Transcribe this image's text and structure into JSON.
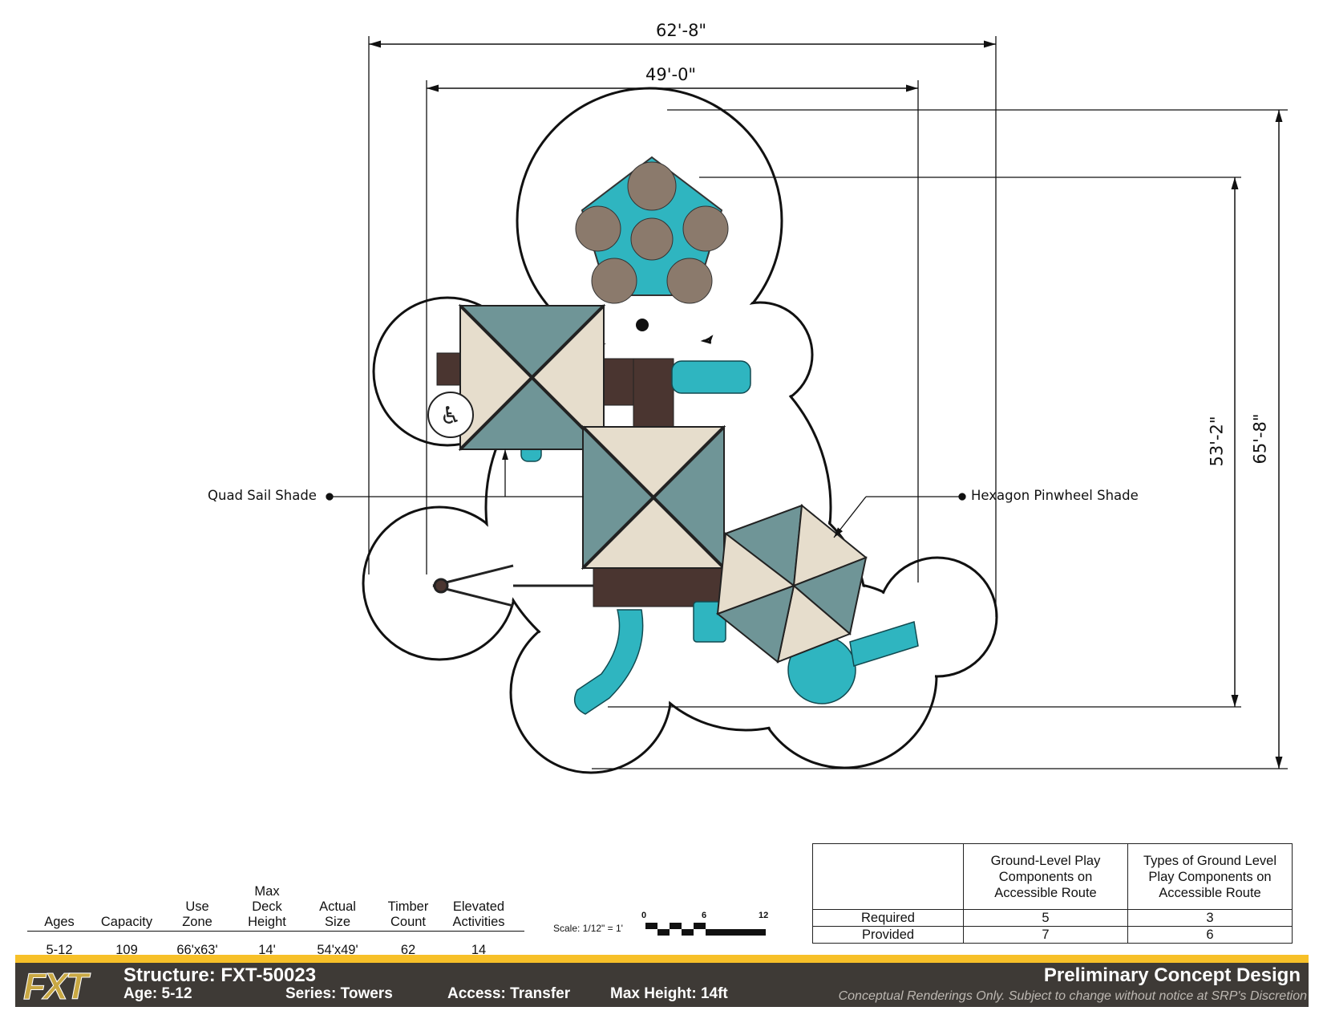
{
  "dimensions": {
    "overall_width": "62'-8\"",
    "structure_width": "49'-0\"",
    "overall_depth": "65'-8\"",
    "structure_depth": "53'-2\""
  },
  "callouts": {
    "left": "Quad Sail Shade",
    "right": "Hexagon Pinwheel Shade"
  },
  "colors": {
    "teal": "#2fb5c0",
    "shade_dark": "#6f9597",
    "shade_light": "#e6ddcc",
    "deck": "#4a3530",
    "footer_bg": "#3e3a36",
    "footer_accent": "#f7c028"
  },
  "specs": {
    "headers": [
      "Ages",
      "Capacity",
      "Use\nZone",
      "Max\nDeck\nHeight",
      "Actual\nSize",
      "Timber\nCount",
      "Elevated\nActivities"
    ],
    "values": [
      "5-12",
      "109",
      "66'x63'",
      "14'",
      "54'x49'",
      "62",
      "14"
    ]
  },
  "scale": {
    "label": "Scale: 1/12\" = 1'",
    "ticks": [
      "0",
      "6",
      "12"
    ]
  },
  "accessibility_table": {
    "headers": [
      "",
      "Ground-Level Play Components on Accessible Route",
      "Types of Ground Level Play Components on Accessible Route"
    ],
    "rows": [
      {
        "label": "Required",
        "values": [
          "5",
          "3"
        ]
      },
      {
        "label": "Provided",
        "values": [
          "7",
          "6"
        ]
      }
    ]
  },
  "footer": {
    "logo": "FXT",
    "structure": "Structure: FXT-50023",
    "age": "Age: 5-12",
    "series": "Series: Towers",
    "access": "Access: Transfer",
    "max_height": "Max Height: 14ft",
    "title": "Preliminary Concept Design",
    "disclaimer": "Conceptual Renderings Only. Subject to change without notice at SRP's Discretion"
  }
}
